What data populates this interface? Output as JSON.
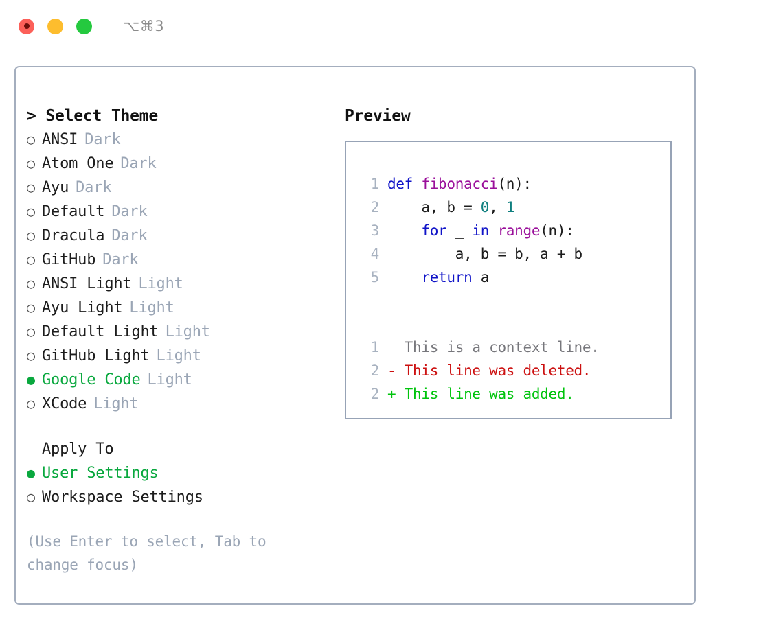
{
  "window": {
    "traffic_lights": [
      "close-red",
      "minimize-yellow",
      "zoom-green"
    ],
    "shortcut": "⌥⌘3",
    "colors": {
      "accent_green": "#09a83e",
      "muted": "#9aa5b5",
      "border": "#a4aebe",
      "keyword_blue": "#1014c8",
      "function_purple": "#9a0f9a",
      "number_teal": "#0f7f7f",
      "diff_delete_red": "#cc1111",
      "diff_add_green": "#00c40d"
    }
  },
  "theme_picker": {
    "caret": ">",
    "heading": "Select Theme",
    "marker_unselected": "○",
    "marker_selected": "●",
    "options": [
      {
        "name": "ANSI",
        "badge": "Dark",
        "selected": false
      },
      {
        "name": "Atom One",
        "badge": "Dark",
        "selected": false
      },
      {
        "name": "Ayu",
        "badge": "Dark",
        "selected": false
      },
      {
        "name": "Default",
        "badge": "Dark",
        "selected": false
      },
      {
        "name": "Dracula",
        "badge": "Dark",
        "selected": false
      },
      {
        "name": "GitHub",
        "badge": "Dark",
        "selected": false
      },
      {
        "name": "ANSI Light",
        "badge": "Light",
        "selected": false
      },
      {
        "name": "Ayu Light",
        "badge": "Light",
        "selected": false
      },
      {
        "name": "Default Light",
        "badge": "Light",
        "selected": false
      },
      {
        "name": "GitHub Light",
        "badge": "Light",
        "selected": false
      },
      {
        "name": "Google Code",
        "badge": "Light",
        "selected": true
      },
      {
        "name": "XCode",
        "badge": "Light",
        "selected": false
      }
    ]
  },
  "apply_to": {
    "heading": "Apply To",
    "options": [
      {
        "name": "User Settings",
        "selected": true
      },
      {
        "name": "Workspace Settings",
        "selected": false
      }
    ]
  },
  "hint": "(Use Enter to select, Tab to change focus)",
  "preview": {
    "title": "Preview",
    "code_lines": [
      {
        "no": "1",
        "tokens": [
          {
            "t": "def ",
            "c": "kw"
          },
          {
            "t": "fibonacci",
            "c": "fn"
          },
          {
            "t": "(n):",
            "c": "plain"
          }
        ]
      },
      {
        "no": "2",
        "tokens": [
          {
            "t": "    a, b = ",
            "c": "plain"
          },
          {
            "t": "0",
            "c": "num"
          },
          {
            "t": ", ",
            "c": "plain"
          },
          {
            "t": "1",
            "c": "num"
          }
        ]
      },
      {
        "no": "3",
        "tokens": [
          {
            "t": "    ",
            "c": "plain"
          },
          {
            "t": "for",
            "c": "kw"
          },
          {
            "t": " _ ",
            "c": "plain"
          },
          {
            "t": "in",
            "c": "kw"
          },
          {
            "t": " ",
            "c": "plain"
          },
          {
            "t": "range",
            "c": "fn"
          },
          {
            "t": "(n):",
            "c": "plain"
          }
        ]
      },
      {
        "no": "4",
        "tokens": [
          {
            "t": "        a, b = b, a + b",
            "c": "plain"
          }
        ]
      },
      {
        "no": "5",
        "tokens": [
          {
            "t": "    ",
            "c": "plain"
          },
          {
            "t": "return",
            "c": "kw"
          },
          {
            "t": " a",
            "c": "plain"
          }
        ]
      }
    ],
    "diff_lines": [
      {
        "no": "1",
        "sign": " ",
        "text": " This is a context line.",
        "kind": "ctx"
      },
      {
        "no": "2",
        "sign": "-",
        "text": " This line was deleted.",
        "kind": "del"
      },
      {
        "no": "2",
        "sign": "+",
        "text": " This line was added.",
        "kind": "add"
      }
    ]
  }
}
